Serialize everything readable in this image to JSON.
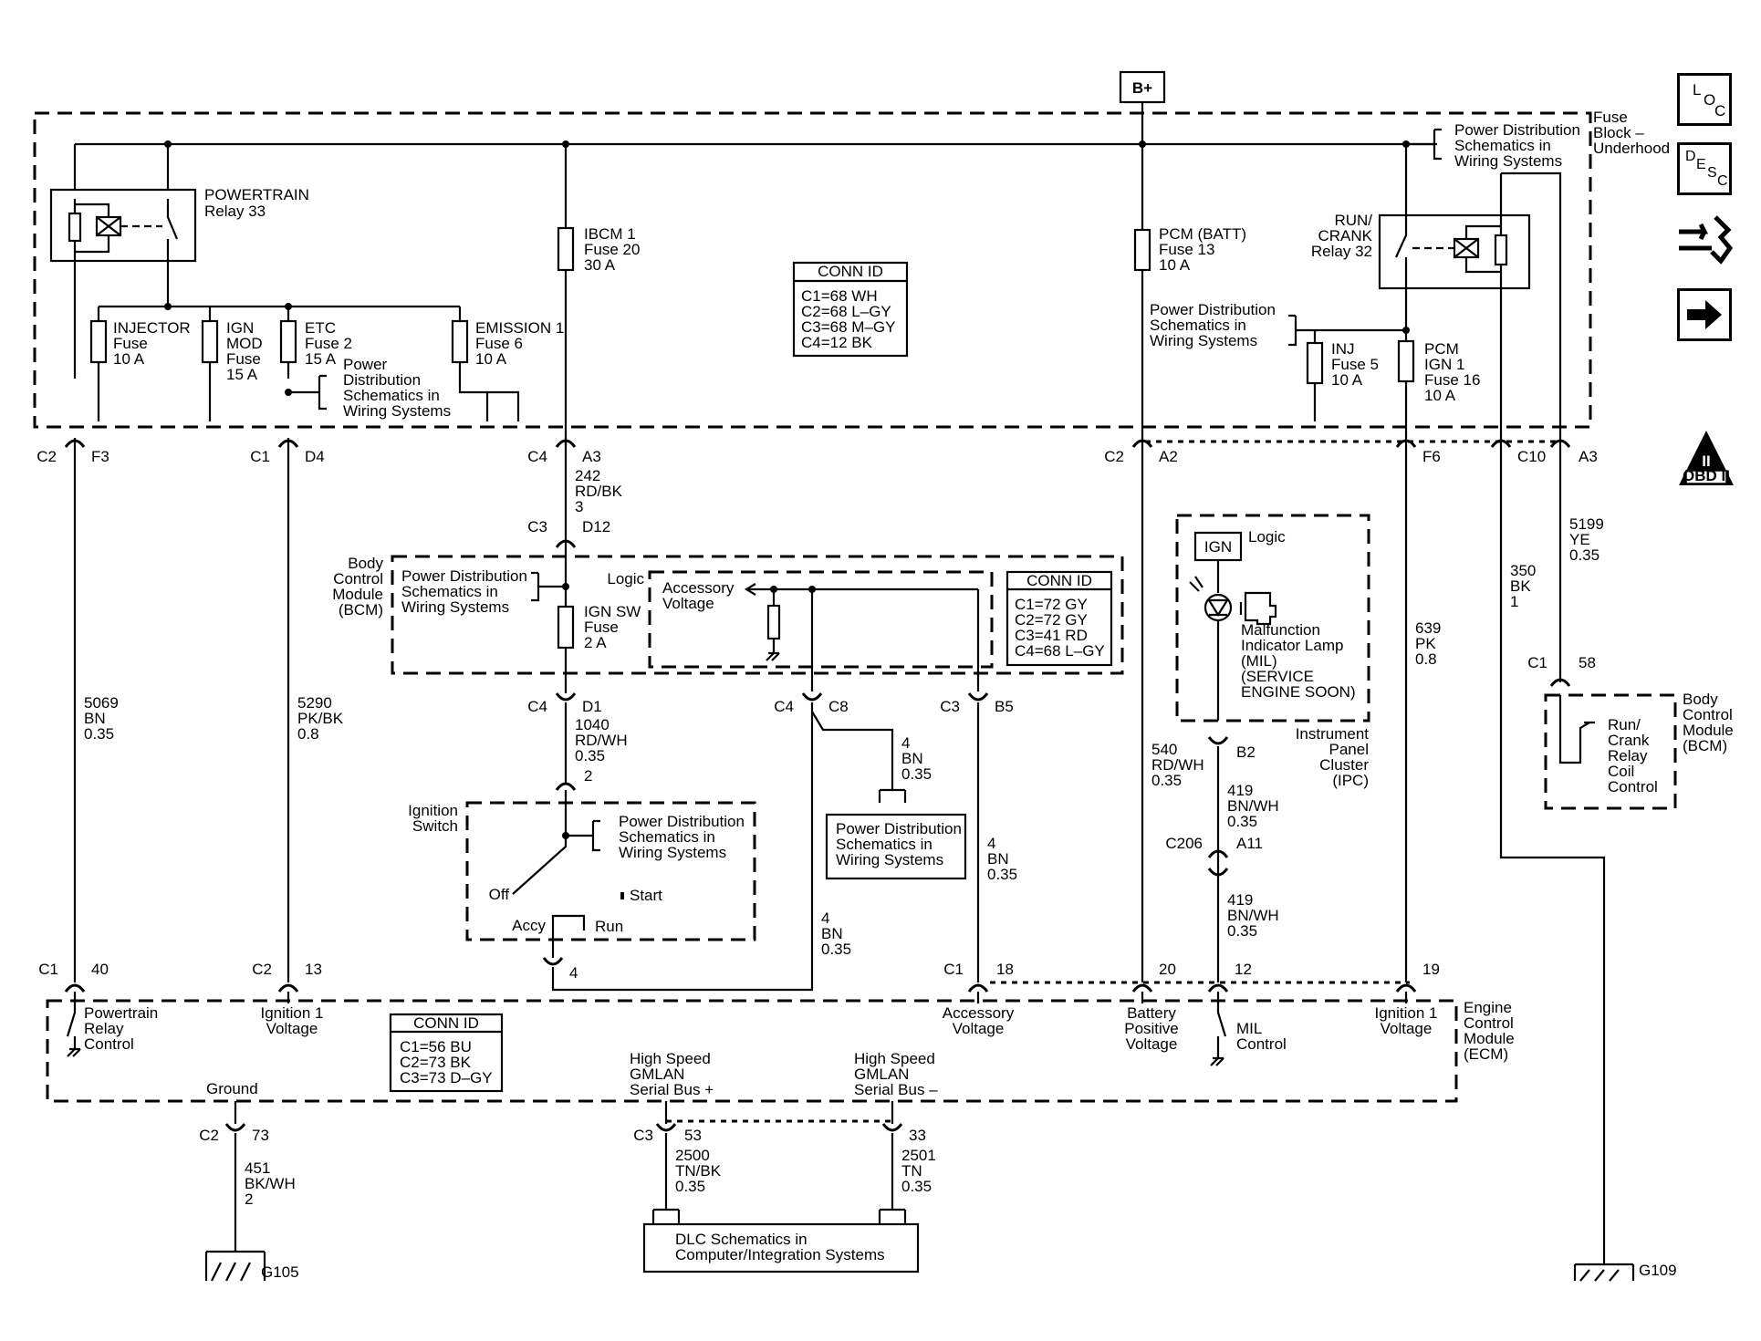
{
  "supply": {
    "label": "B+"
  },
  "fuse_block": {
    "label": [
      "Fuse",
      "Block –",
      "Underhood"
    ]
  },
  "relays": {
    "powertrain": [
      "POWERTRAIN",
      "Relay 33"
    ],
    "run_crank": [
      "RUN/",
      "CRANK",
      "Relay 32"
    ]
  },
  "fuses": {
    "injector": [
      "INJECTOR",
      "Fuse",
      "10 A"
    ],
    "ign_mod": [
      "IGN",
      "MOD",
      "Fuse",
      "15 A"
    ],
    "etc": [
      "ETC",
      "Fuse 2",
      "15 A"
    ],
    "emission": [
      "EMISSION 1",
      "Fuse 6",
      "10 A"
    ],
    "ibcm": [
      "IBCM 1",
      "Fuse 20",
      "30 A"
    ],
    "pcm_batt": [
      "PCM (BATT)",
      "Fuse 13",
      "10 A"
    ],
    "inj": [
      "INJ",
      "Fuse 5",
      "10 A"
    ],
    "pcm_ign": [
      "PCM",
      "IGN 1",
      "Fuse 16",
      "10 A"
    ],
    "ign_sw": [
      "IGN SW",
      "Fuse",
      "2 A"
    ]
  },
  "refs": {
    "pds_top_right": [
      "Power Distribution",
      "Schematics in",
      "Wiring Systems"
    ],
    "pds_etc": [
      "Power",
      "Distribution",
      "Schematics in",
      "Wiring Systems"
    ],
    "pds_inj": [
      "Power Distribution",
      "Schematics in",
      "Wiring Systems"
    ],
    "pds_bcm": [
      "Power Distribution",
      "Schematics in",
      "Wiring Systems"
    ],
    "pds_switch": [
      "Power Distribution",
      "Schematics in",
      "Wiring Systems"
    ],
    "pds_c8": [
      "Power Distribution",
      "Schematics in",
      "Wiring Systems"
    ],
    "dlc": [
      "DLC Schematics in",
      "Computer/Integration Systems"
    ]
  },
  "conn_ids": {
    "fuse_block": {
      "title": "CONN ID",
      "rows": [
        "C1=68 WH",
        "C2=68 L–GY",
        "C3=68 M–GY",
        "C4=12 BK"
      ]
    },
    "bcm": {
      "title": "CONN ID",
      "rows": [
        "C1=72 GY",
        "C2=72 GY",
        "C3=41 RD",
        "C4=68 L–GY"
      ]
    },
    "ecm": {
      "title": "CONN ID",
      "rows": [
        "C1=56 BU",
        "C2=73 BK",
        "C3=73 D–GY"
      ]
    }
  },
  "modules": {
    "bcm": [
      "Body",
      "Control",
      "Module",
      "(BCM)"
    ],
    "bcm_right": [
      "Body",
      "Control",
      "Module",
      "(BCM)"
    ],
    "ipc": [
      "Instrument",
      "Panel",
      "Cluster",
      "(IPC)"
    ],
    "ecm": [
      "Engine",
      "Control",
      "Module",
      "(ECM)"
    ],
    "ignition_switch": [
      "Ignition",
      "Switch"
    ]
  },
  "bcm_internal": {
    "logic": "Logic",
    "accessory": [
      "Accessory",
      "Voltage"
    ]
  },
  "ipc_internal": {
    "ign": "IGN",
    "logic": "Logic",
    "mil": [
      "Malfunction",
      "Indicator Lamp",
      "(MIL)",
      "(SERVICE",
      "ENGINE SOON)"
    ]
  },
  "run_crank_control": [
    "Run/",
    "Crank",
    "Relay",
    "Coil",
    "Control"
  ],
  "switch_positions": {
    "off": "Off",
    "start": "Start",
    "accy": "Accy",
    "run": "Run"
  },
  "ecm_pins": {
    "powertrain": [
      "Powertrain",
      "Relay",
      "Control"
    ],
    "ign1_left": [
      "Ignition 1",
      "Voltage"
    ],
    "accessory": [
      "Accessory",
      "Voltage"
    ],
    "battery": [
      "Battery",
      "Positive",
      "Voltage"
    ],
    "mil": [
      "MIL",
      "Control"
    ],
    "ign1_right": [
      "Ignition 1",
      "Voltage"
    ],
    "gmlan_plus": [
      "High Speed",
      "GMLAN",
      "Serial Bus +"
    ],
    "gmlan_minus": [
      "High Speed",
      "GMLAN",
      "Serial Bus –"
    ],
    "ground": "Ground"
  },
  "connectors": {
    "c2_f3": [
      "C2",
      "F3"
    ],
    "c1_d4": [
      "C1",
      "D4"
    ],
    "c4_a3": [
      "C4",
      "A3"
    ],
    "c2_a2": [
      "C2",
      "A2"
    ],
    "f6": "F6",
    "c10": "C10",
    "a3": "A3",
    "c3_d12": [
      "C3",
      "D12"
    ],
    "c4_d1": [
      "C4",
      "D1"
    ],
    "c4_c8": [
      "C4",
      "C8"
    ],
    "c3_b5": [
      "C3",
      "B5"
    ],
    "sw2": "2",
    "sw4": "4",
    "b2": "B2",
    "c206": [
      "C206",
      "A11"
    ],
    "c1_58": [
      "C1",
      "58"
    ],
    "c1_40": [
      "C1",
      "40"
    ],
    "c2_13": [
      "C2",
      "13"
    ],
    "c1_18": [
      "C1",
      "18"
    ],
    "p20": "20",
    "p12": "12",
    "p19": "19",
    "c2_73": [
      "C2",
      "73"
    ],
    "c3_53": [
      "C3",
      "53"
    ],
    "p33": "33"
  },
  "wires": {
    "w242": [
      "242",
      "RD/BK",
      "3"
    ],
    "w5069": [
      "5069",
      "BN",
      "0.35"
    ],
    "w5290": [
      "5290",
      "PK/BK",
      "0.8"
    ],
    "w1040": [
      "1040",
      "RD/WH",
      "0.35"
    ],
    "w4a": [
      "4",
      "BN",
      "0.35"
    ],
    "w4b": [
      "4",
      "BN",
      "0.35"
    ],
    "w4c": [
      "4",
      "BN",
      "0.35"
    ],
    "w540": [
      "540",
      "RD/WH",
      "0.35"
    ],
    "w419a": [
      "419",
      "BN/WH",
      "0.35"
    ],
    "w419b": [
      "419",
      "BN/WH",
      "0.35"
    ],
    "w639": [
      "639",
      "PK",
      "0.8"
    ],
    "w350": [
      "350",
      "BK",
      "1"
    ],
    "w5199": [
      "5199",
      "YE",
      "0.35"
    ],
    "w451": [
      "451",
      "BK/WH",
      "2"
    ],
    "w2500": [
      "2500",
      "TN/BK",
      "0.35"
    ],
    "w2501": [
      "2501",
      "TN",
      "0.35"
    ]
  },
  "grounds": {
    "g105": "G105",
    "g109": "G109"
  },
  "side_icons": {
    "loc": [
      "L",
      "O",
      "C"
    ],
    "desc": [
      "D",
      "E",
      "S",
      "C"
    ],
    "obd": [
      "II",
      "OBD II"
    ]
  }
}
